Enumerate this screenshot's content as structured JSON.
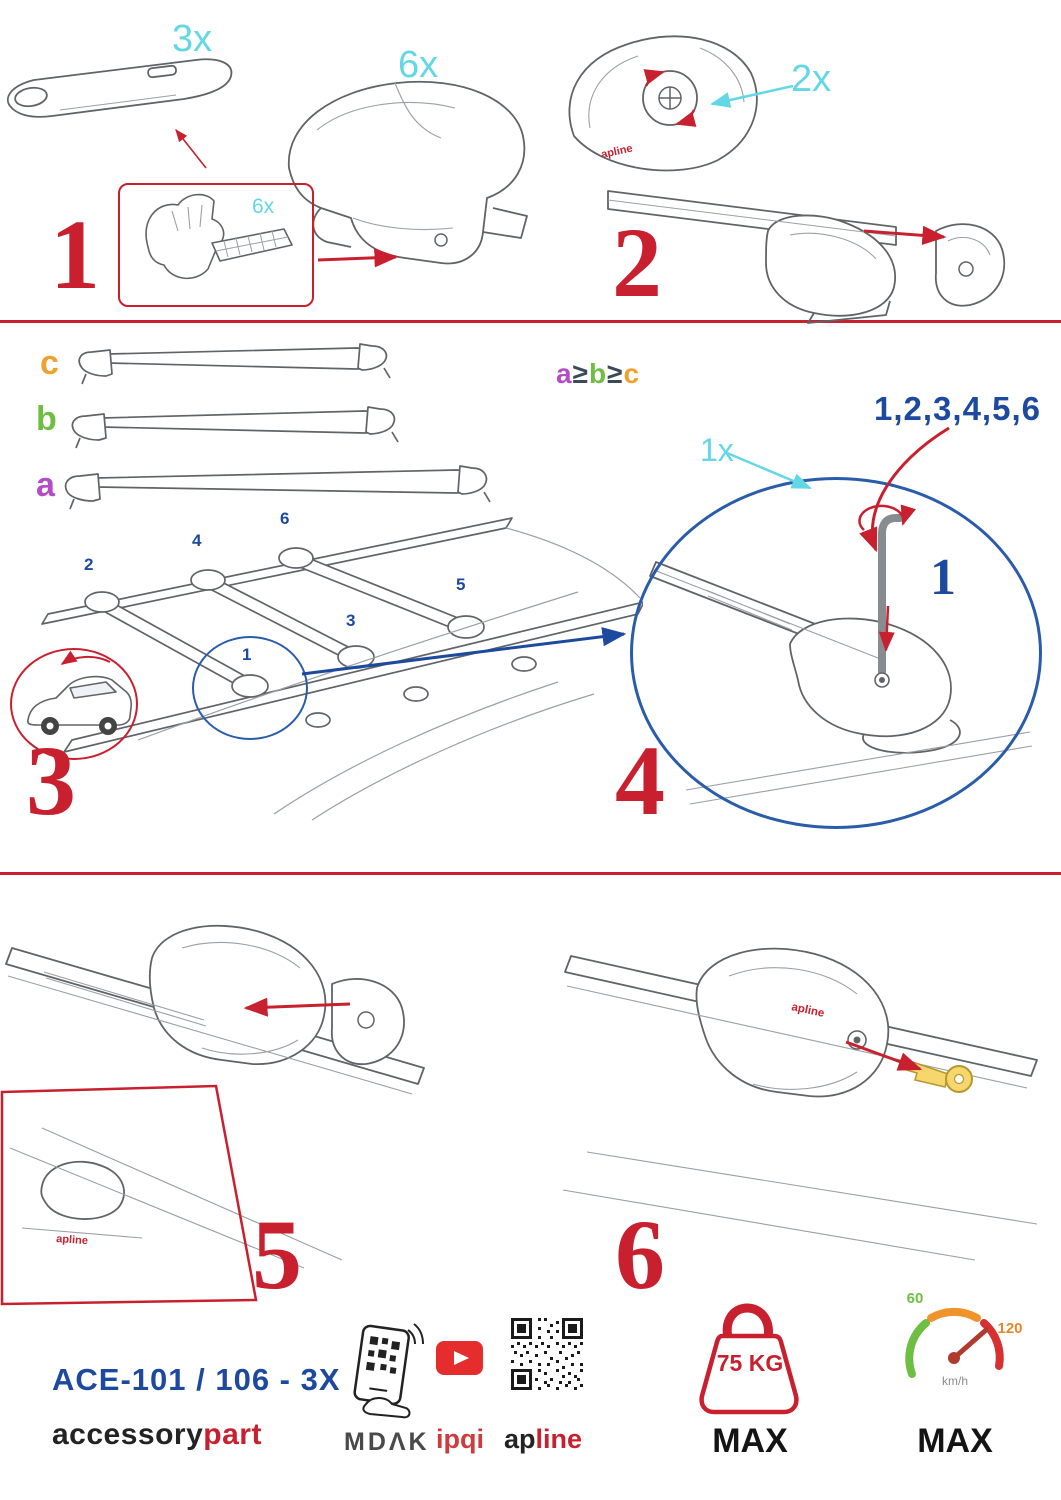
{
  "colors": {
    "red": "#c8202f",
    "cyan": "#63d7e6",
    "blue": "#1d4a9e",
    "circle_blue": "#2a5caa",
    "orange": "#f0a12c",
    "green": "#6fbe44",
    "purple": "#b44cc8",
    "line_gray": "#606468",
    "youtube_red": "#e62d2d"
  },
  "brand": {
    "logo": "apline"
  },
  "steps": {
    "s1": {
      "num": "1",
      "bar_qty": "3x",
      "foot_qty": "6x",
      "pad_qty": "6x"
    },
    "s2": {
      "num": "2",
      "knob_qty": "2x"
    },
    "s3": {
      "num": "3",
      "label_a": "a",
      "label_b": "b",
      "label_c": "c",
      "rule_a": "a",
      "rule_ge1": "≥",
      "rule_b": "b",
      "rule_ge2": "≥",
      "rule_c": "c",
      "positions": [
        "1",
        "2",
        "3",
        "4",
        "5",
        "6"
      ]
    },
    "s4": {
      "num": "4",
      "sequence": "1,2,3,4,5,6",
      "tool_qty": "1x",
      "tighten_step": "1"
    },
    "s5": {
      "num": "5"
    },
    "s6": {
      "num": "6"
    }
  },
  "footer": {
    "product_code": "ACE-101 / 106 - 3X",
    "brand_accessory": "accessory",
    "brand_part": "part",
    "brand_mdak": "MDΛK",
    "brand_ipqi": "ipqi",
    "brand_apline_ap": "ap",
    "brand_apline_line": "line",
    "weight_limit": "75 KG",
    "weight_max_label": "MAX",
    "speed_low": "60",
    "speed_high": "120",
    "speed_unit": "km/h",
    "speed_max_label": "MAX"
  }
}
